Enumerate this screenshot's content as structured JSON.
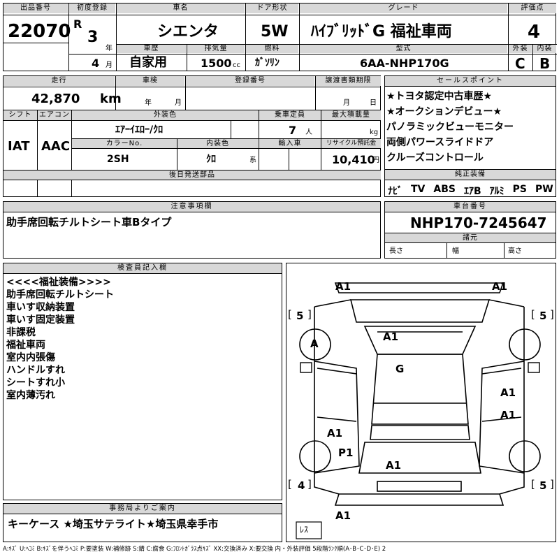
{
  "header": {
    "lot_label": "出品番号",
    "lot_number": "22070",
    "first_reg_label": "初度登録",
    "era": "R",
    "year": "3",
    "year_unit": "年",
    "month": "4",
    "month_unit": "月",
    "name_label": "車名",
    "car_name": "シエンタ",
    "door_label": "ドア形状",
    "door": "5W",
    "grade_label": "グレード",
    "grade": "ﾊｲﾌﾞﾘｯﾄﾞG 福祉車両",
    "score_label": "評価点",
    "score": "4",
    "history_label": "車歴",
    "history": "自家用",
    "displacement_label": "排気量",
    "displacement": "1500",
    "displacement_unit": "cc",
    "fuel_label": "燃料",
    "fuel": "ｶﾞｿﾘﾝ",
    "model_label": "型式",
    "model": "6AA-NHP170G",
    "ext_label": "外装",
    "ext_grade": "C",
    "int_label": "内装",
    "int_grade": "B"
  },
  "row2": {
    "mileage_label": "走行",
    "mileage": "42,870",
    "mileage_unit": "km",
    "inspection_label": "車検",
    "insp_year": "年",
    "insp_month": "月",
    "reg_no_label": "登録番号",
    "transfer_label": "譲渡書類期限",
    "transfer_month": "月",
    "transfer_day": "日",
    "shift_label": "シフト",
    "shift": "IAT",
    "ac_label": "エアコン",
    "ac": "AAC",
    "ext_color_label": "外装色",
    "ext_color": "ｴｱｰｲｴﾛｰ/ｸﾛ",
    "capacity_label": "乗車定員",
    "capacity": "7",
    "capacity_unit": "人",
    "load_label": "最大積載量",
    "load_unit": "kg",
    "color_no_label": "カラーNo.",
    "color_no": "2SH",
    "int_color_label": "内装色",
    "int_color": "ｸﾛ",
    "int_color_unit": "系",
    "import_label": "輸入車",
    "recycle_label": "リサイクル預託金",
    "recycle": "10,410",
    "recycle_unit": "円",
    "parts_label": "後日発送部品"
  },
  "sales_points": {
    "label": "セールスポイント",
    "items": [
      "★トヨタ認定中古車歴★",
      "★オークションデビュー★",
      "パノラミックビューモニター",
      "両側パワースライドドア",
      "クルーズコントロール"
    ]
  },
  "equipment": {
    "label": "純正装備",
    "items": [
      "ﾅﾋﾞ",
      "TV",
      "ABS",
      "ｴｱB",
      "ｱﾙﾐ",
      "PS",
      "PW"
    ]
  },
  "notes": {
    "label": "注意事項欄",
    "text": "助手席回転チルトシート車Bタイプ"
  },
  "chassis": {
    "label": "車台番号",
    "number": "NHP170-7245647",
    "dims_label": "諸元",
    "length_label": "長さ",
    "width_label": "幅",
    "height_label": "高さ"
  },
  "inspector": {
    "label": "検査員記入欄",
    "lines": [
      "<<<<福祉装備>>>>",
      "助手席回転チルトシート",
      "車いす収納装置",
      "車いす固定装置",
      "非課税",
      "福祉車両",
      "室内内張傷",
      "ハンドルすれ",
      "シートすれ小",
      "室内薄汚れ"
    ]
  },
  "office": {
    "label": "事務局よりご案内",
    "text": "キーケース ★埼玉サテライト★埼玉県幸手市"
  },
  "diagram": {
    "marks": [
      "A1",
      "A1",
      "A1",
      "A",
      "G",
      "A1",
      "A1",
      "A1",
      "P1",
      "A1",
      "A1"
    ],
    "tires": [
      "5",
      "5",
      "4",
      "5"
    ],
    "spare": "ﾚｽ"
  },
  "legend": "A:ｷｽﾞ U:ﾍｺﾐ B:ｷｽﾞを伴うﾍｺﾐ P:要塗装 W:補修跡 S:錆 C:腐食 G:ﾌﾛﾝﾄｶﾞﾗｽ点ｷｽﾞ XX:交換済み X:要交換 内・外装評価 5段階ﾗﾝｸ順(A･B･C･D･E) 2"
}
